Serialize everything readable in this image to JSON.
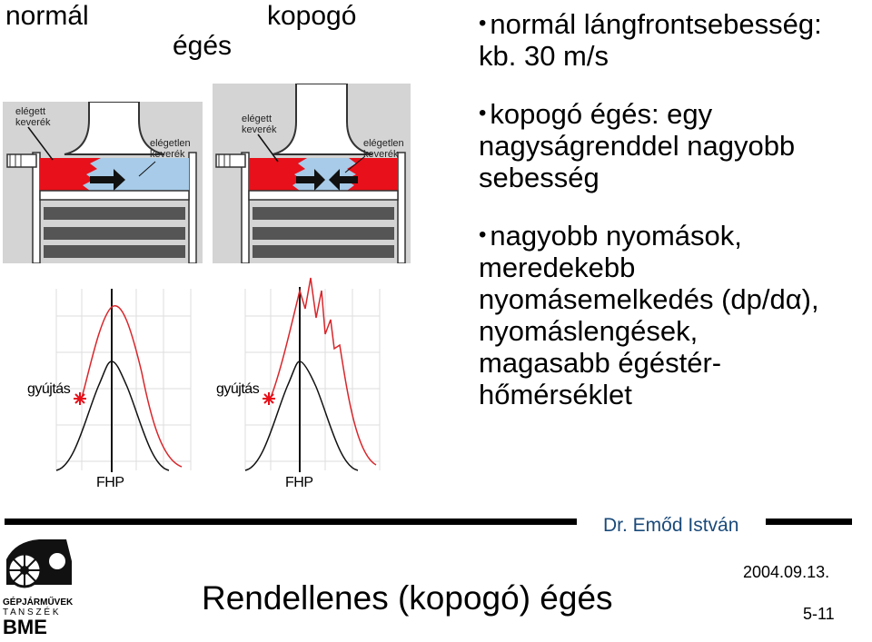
{
  "header": {
    "normal_label": "normál",
    "knock_label": "kopogó",
    "combustion_label": "égés"
  },
  "engine_left": {
    "burned_label": [
      "elégett",
      "keverék"
    ],
    "unburned_label": [
      "elégetlen",
      "keverék"
    ]
  },
  "engine_right": {
    "burned_label": [
      "elégett",
      "keverék"
    ],
    "unburned_label": [
      "elégetlen",
      "keverék"
    ]
  },
  "plot_left": {
    "ignition_label": "gyújtás",
    "tdc_label": "FHP"
  },
  "plot_right": {
    "ignition_label": "gyújtás",
    "tdc_label": "FHP"
  },
  "bullets": [
    {
      "lines": [
        "normál lángfrontsebesség:",
        "kb. 30 m/s"
      ]
    },
    {
      "lines": [
        "kopogó égés: egy",
        "nagyságrenddel nagyobb",
        "sebesség"
      ]
    },
    {
      "lines": [
        "nagyobb nyomások,",
        "meredekebb",
        "nyomásemelkedés (dp/dα),",
        "nyomáslengések,",
        "magasabb égéstér-",
        "hőmérséklet"
      ]
    }
  ],
  "footer": {
    "author": "Dr. Emőd István",
    "date": "2004.09.13.",
    "title": "Rendellenes (kopogó) égés",
    "slide_number": "5-11",
    "logo_text": [
      "GÉPJÁRMŰVEK",
      "T A N S Z É K",
      "BME"
    ]
  },
  "colors": {
    "burned": "#e8101a",
    "unburned": "#a7cbe8",
    "author": "#1a4a7a",
    "curve_knock": "#d9262b"
  }
}
